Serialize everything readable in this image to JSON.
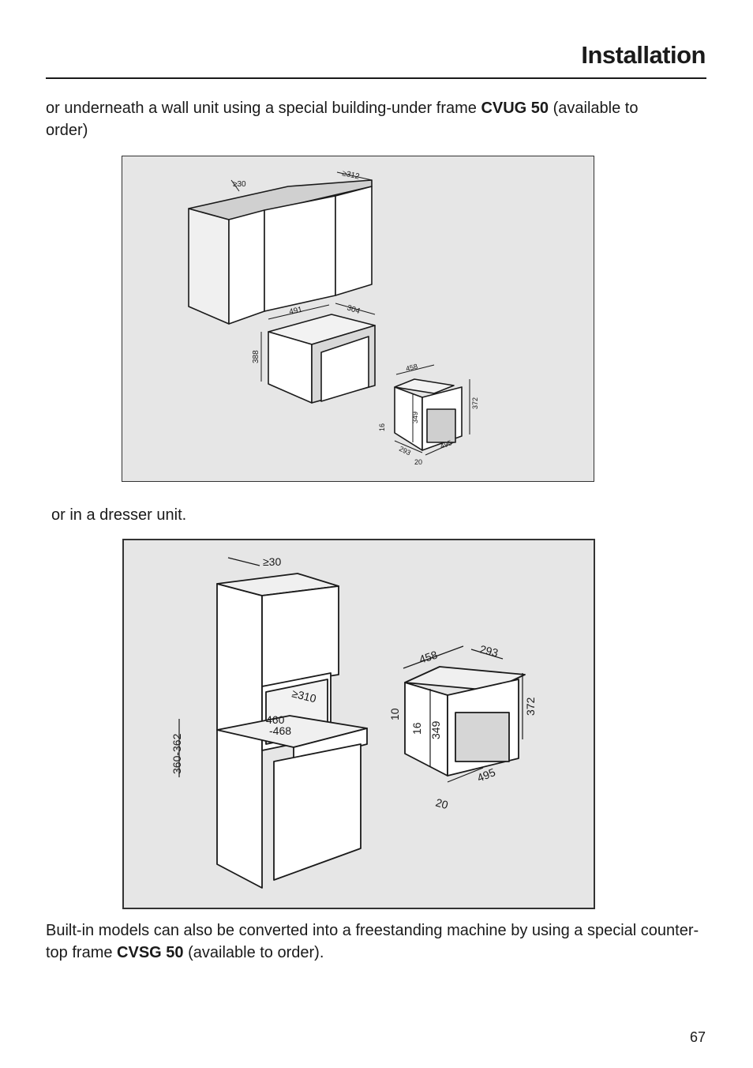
{
  "header": {
    "title": "Installation"
  },
  "intro": {
    "text_before": "or underneath a wall unit using a special building-under frame ",
    "bold": "CVUG 50",
    "text_after": " (available to order)"
  },
  "figure1": {
    "dims": {
      "gap": "≥30",
      "depth_top": "≥312",
      "width": "491",
      "depth": "304",
      "height": "388",
      "m_width": "458",
      "m_height_outer": "372",
      "m_height_inner": "349",
      "m_side": "16",
      "m_depth": "293",
      "m_front": "20",
      "m_depth2": "495"
    }
  },
  "dresser_text": "or in a dresser unit.",
  "figure2": {
    "dims": {
      "gap": "≥30",
      "depth": "≥310",
      "niche_w1": "460",
      "niche_w2": "-468",
      "niche_h": "360-362",
      "m_width": "458",
      "m_depth": "293",
      "m_height_outer": "372",
      "m_height_inner": "349",
      "m_side": "16",
      "m_gap": "10",
      "m_front": "20",
      "m_depth2": "495"
    }
  },
  "outro": {
    "text_before": "Built-in models can also be converted into a freestanding machine by using a special counter-top frame ",
    "bold": "CVSG 50",
    "text_after": " (available to order)."
  },
  "footer": {
    "page_number": "67"
  }
}
